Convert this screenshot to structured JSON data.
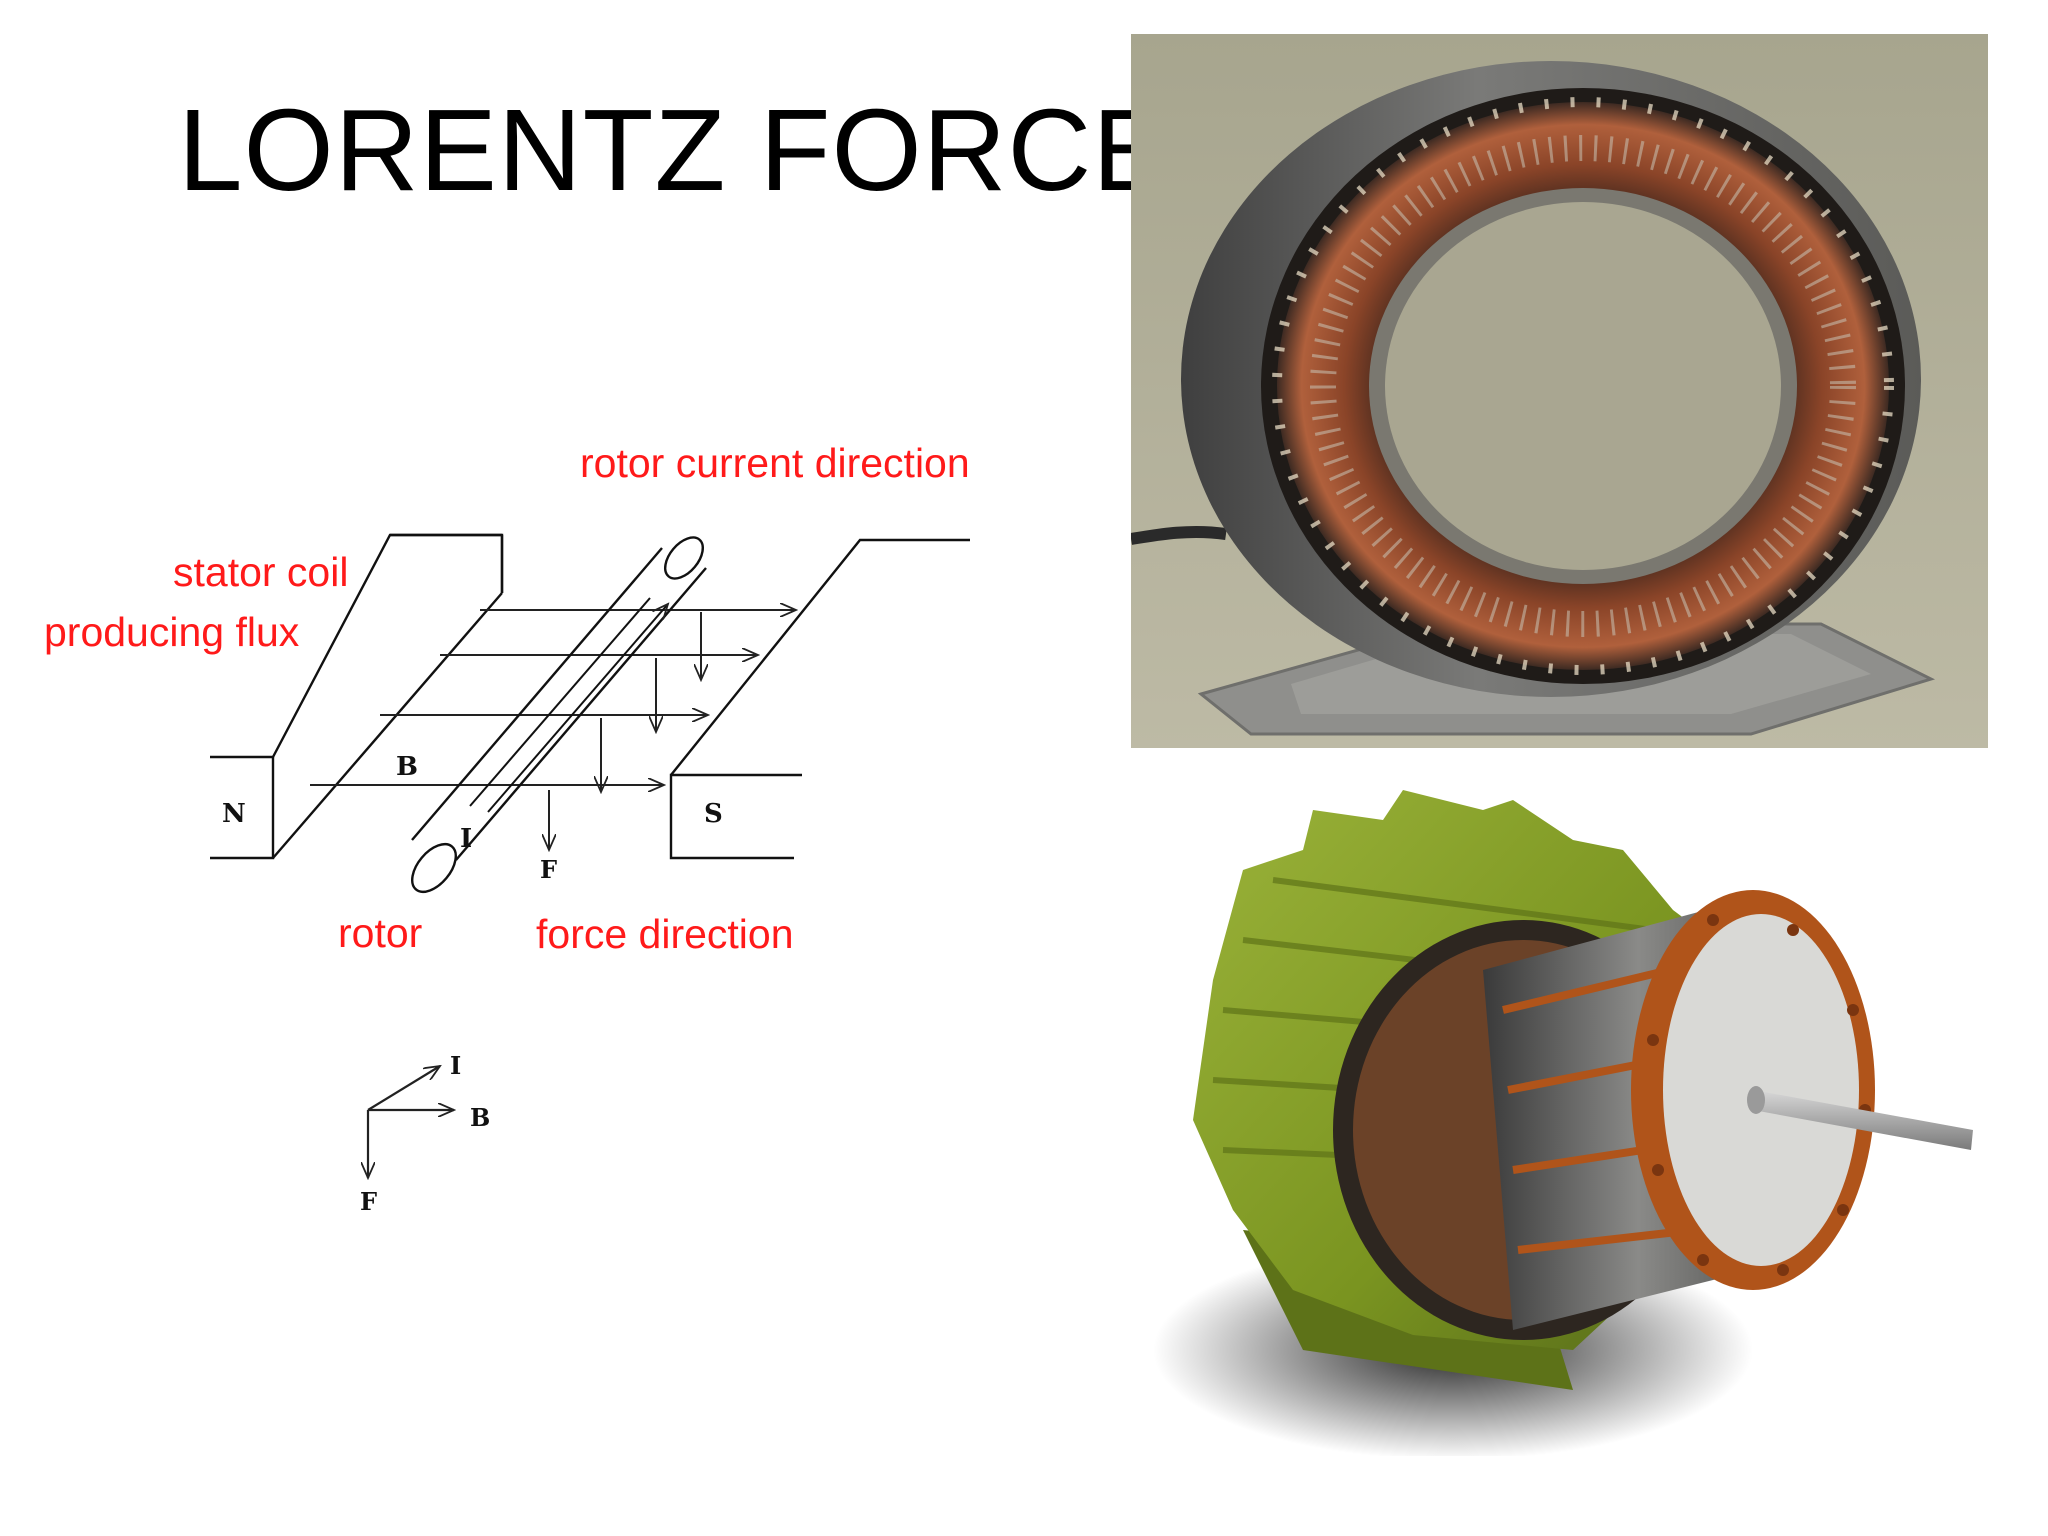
{
  "slide": {
    "title": "LORENTZ FORCE"
  },
  "diagram": {
    "labels": {
      "rotor_current_direction": "rotor current direction",
      "stator_coil_line1": "stator coil",
      "stator_coil_line2": "producing flux",
      "rotor": "rotor",
      "force_direction": "force direction"
    },
    "symbols": {
      "north": "N",
      "south": "S",
      "field": "B",
      "current": "I",
      "force": "F"
    },
    "axes_legend": {
      "current": "I",
      "field": "B",
      "force": "F"
    }
  },
  "photos": {
    "stator": {
      "icon": "motor-stator-photo"
    },
    "motor_3d": {
      "icon": "induction-motor-render"
    }
  },
  "colors": {
    "label_red": "#ff1a1a",
    "motor_green": "#7f9a1e",
    "copper": "#b0541a",
    "photo_bg": "#a9a58f"
  }
}
